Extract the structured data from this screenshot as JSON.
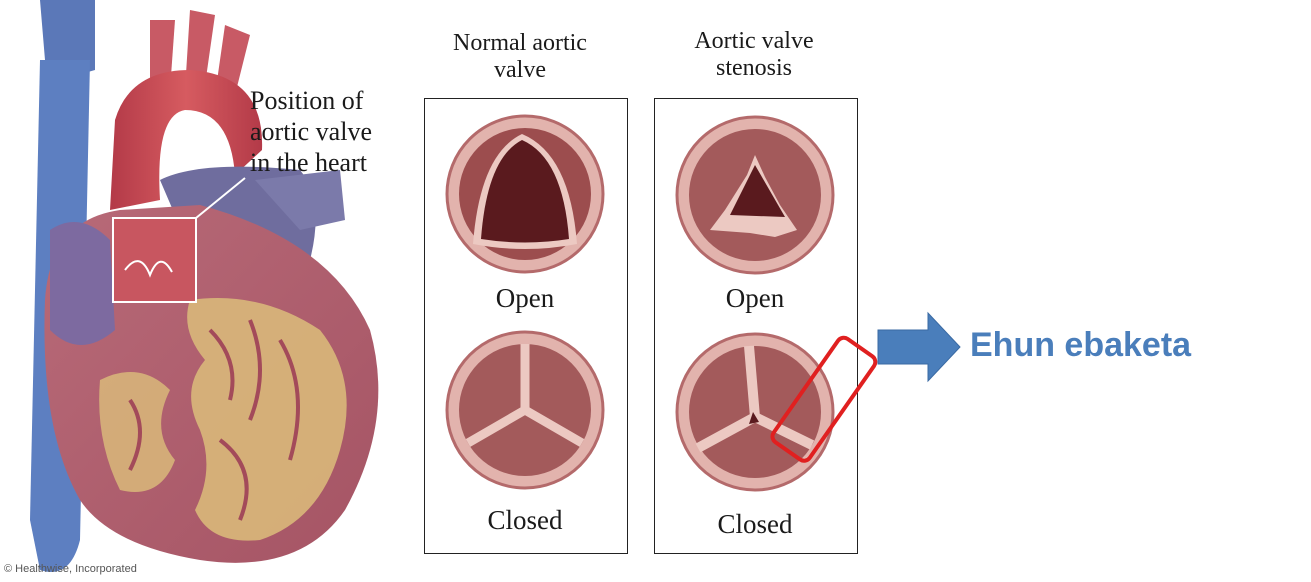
{
  "colors": {
    "accent_blue": "#4a7ebb",
    "highlight_red": "#e02020",
    "valve_outer": "#e2b3ad",
    "valve_inner": "#9c4d4e",
    "opening_dark": "#5a1a1e"
  },
  "heart": {
    "position_label": [
      "Position of",
      "aortic valve",
      "in the heart"
    ],
    "credit": "© Healthwise, Incorporated"
  },
  "normal": {
    "title": [
      "Normal aortic",
      "valve"
    ],
    "open_label": "Open",
    "closed_label": "Closed"
  },
  "stenosis": {
    "title": [
      "Aortic valve",
      "stenosis"
    ],
    "open_label": "Open",
    "closed_label": "Closed"
  },
  "callout": {
    "text": "Ehun ebaketa",
    "arrow_icon": "right-arrow-icon"
  }
}
